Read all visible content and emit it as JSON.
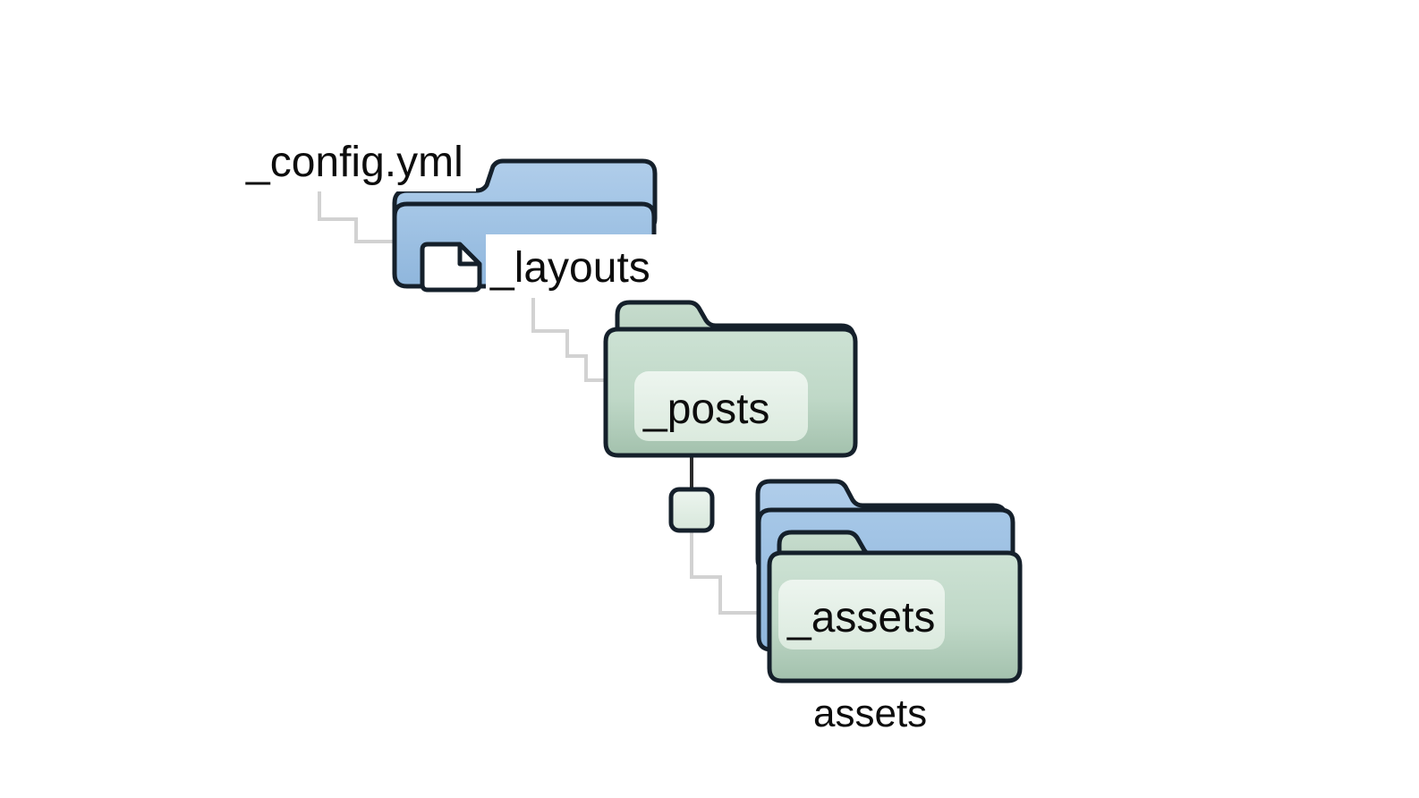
{
  "diagram": {
    "type": "file-tree-folder-diagram",
    "title": "",
    "background_color": "#ffffff",
    "palette": {
      "folder_blue_light": "#a9c9e8",
      "folder_blue_mid": "#9bbfe2",
      "folder_blue_dark": "#8ab2da",
      "folder_green_light": "#cfe3d6",
      "folder_green_mid": "#bdd8c5",
      "folder_green_dark": "#a4c2ad",
      "label_chip_bg": "#e6f1e9",
      "outline": "#15202b",
      "connector_gray": "#d2d2d2",
      "connector_dark": "#2b2b2b",
      "text_color": "#0d0d0d",
      "file_icon_fill": "#ffffff"
    },
    "nodes": [
      {
        "id": "config-yml",
        "label": "_config.yml",
        "kind": "file",
        "icon": "file-icon",
        "label_position": "left-outside",
        "color": "white"
      },
      {
        "id": "layouts",
        "label": "_layouts",
        "kind": "folder",
        "icon": "folder-icon",
        "label_position": "right-outside",
        "color": "blue",
        "stacked": false
      },
      {
        "id": "posts",
        "label": "_posts",
        "kind": "folder",
        "icon": "folder-icon",
        "label_position": "inside-chip",
        "color": "green",
        "stacked": false
      },
      {
        "id": "assets-inner",
        "label": "_assets",
        "kind": "folder",
        "icon": "folder-icon",
        "label_position": "inside-chip",
        "color": "green",
        "stacked": true
      },
      {
        "id": "assets-group",
        "label": "assets",
        "kind": "folder-group",
        "icon": "folder-stack-icon",
        "label_position": "below",
        "color": "blue"
      },
      {
        "id": "small-node",
        "label": "",
        "kind": "connector-node",
        "icon": "small-square-icon",
        "label_position": "none",
        "color": "green-pale"
      }
    ],
    "edges": [
      {
        "from": "config-yml",
        "to": "layouts",
        "style": "stair-step",
        "color": "#d2d2d2"
      },
      {
        "from": "layouts",
        "to": "posts",
        "style": "stair-step",
        "color": "#d2d2d2"
      },
      {
        "from": "posts",
        "to": "small-node",
        "style": "straight",
        "color": "#2b2b2b"
      },
      {
        "from": "small-node",
        "to": "assets-group",
        "style": "stair-step",
        "color": "#d2d2d2"
      }
    ]
  }
}
